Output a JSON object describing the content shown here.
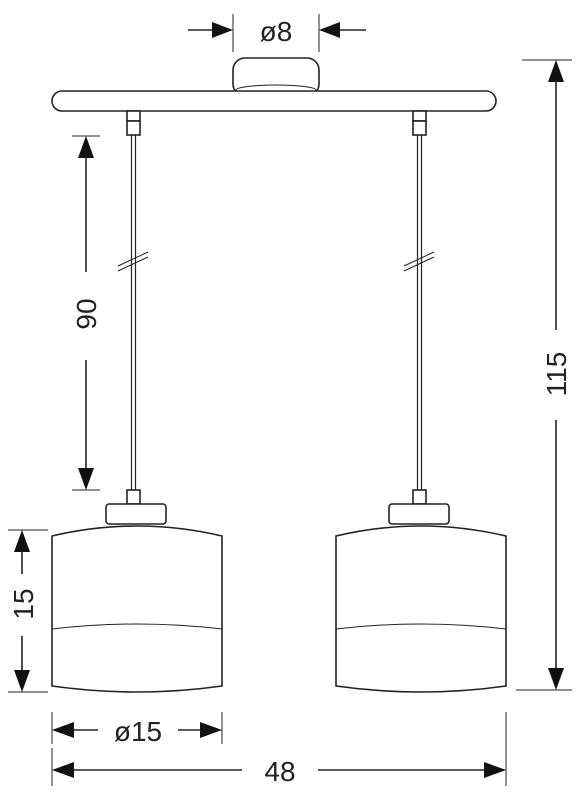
{
  "dimensions": {
    "canopy_diameter": "ø8",
    "cord_length": "90",
    "total_height": "115",
    "shade_height": "15",
    "shade_diameter": "ø15",
    "total_width": "48"
  },
  "colors": {
    "line": "#222222",
    "background": "#ffffff"
  }
}
